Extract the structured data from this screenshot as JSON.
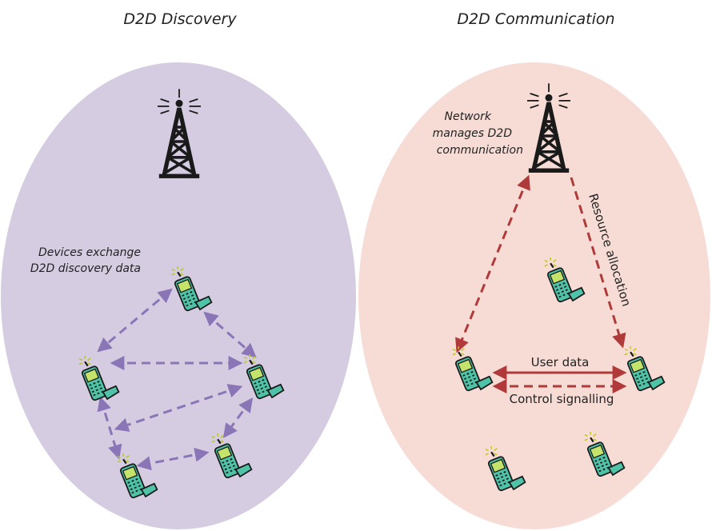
{
  "left_panel": {
    "title": "D2D Discovery",
    "note_lines": [
      "Devices exchange",
      "D2D discovery data"
    ],
    "colors": {
      "region": "#d5cce1",
      "arrow": "#8a76b6"
    }
  },
  "right_panel": {
    "title": "D2D Communication",
    "note_lines": [
      "Network",
      "manages D2D",
      "communication"
    ],
    "resource_label": "Resource allocation",
    "user_data_label": "User data",
    "control_label": "Control signalling",
    "colors": {
      "region": "#f7dcd6",
      "arrow": "#b03a3a"
    }
  },
  "icons": {
    "tower": "cell-tower-icon",
    "phone": "mobile-phone-icon"
  },
  "colors": {
    "phone_body": "#4fc3a7",
    "phone_outline": "#1b1b1b",
    "tower": "#1a1a1a"
  }
}
